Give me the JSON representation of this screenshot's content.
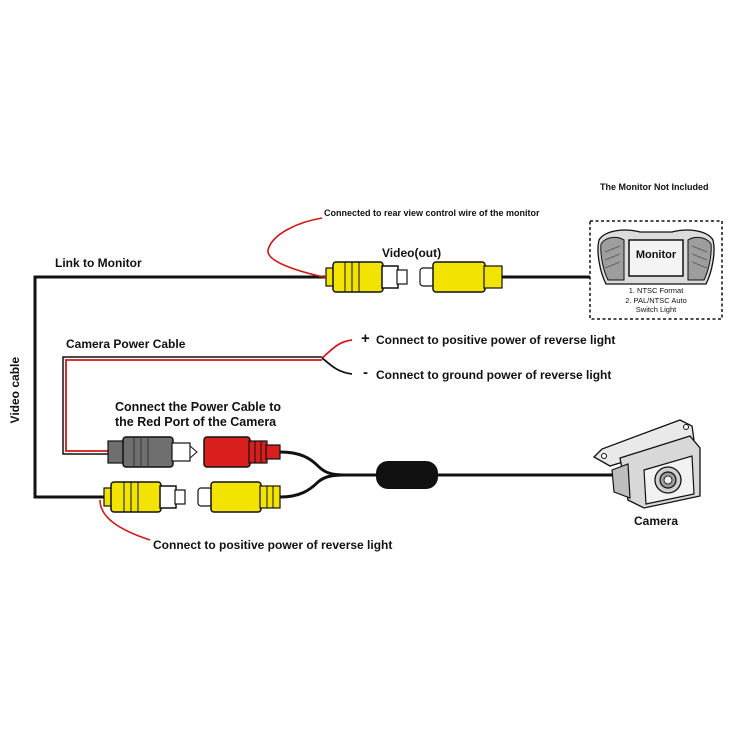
{
  "labels": {
    "monitor_not_included": "The Monitor Not Included",
    "rear_view_control": "Connected to rear view control wire of the monitor",
    "video_out": "Video(out)",
    "link_to_monitor": "Link to Monitor",
    "camera_power_cable": "Camera Power Cable",
    "positive_power": "Connect to positive power of reverse light",
    "ground_power": "Connect to ground power of reverse light",
    "plus_sign": "+",
    "minus_sign": "-",
    "connect_power_line1": "Connect the Power Cable to",
    "connect_power_line2": "the Red Port of the Camera",
    "video_cable": "Video cable",
    "camera": "Camera",
    "bottom_note": "Connect to positive power of reverse light"
  },
  "monitor": {
    "title": "Monitor",
    "note1": "1. NTSC Format",
    "note2_line1": "2. PAL/NTSC Auto",
    "note2_line2": "Switch Light"
  },
  "colors": {
    "wire": "#111111",
    "power_wire": "#d01818",
    "rca_yellow": "#f2e400",
    "power_red": "#d91e1e",
    "plug_grey": "#6f6f6f"
  }
}
